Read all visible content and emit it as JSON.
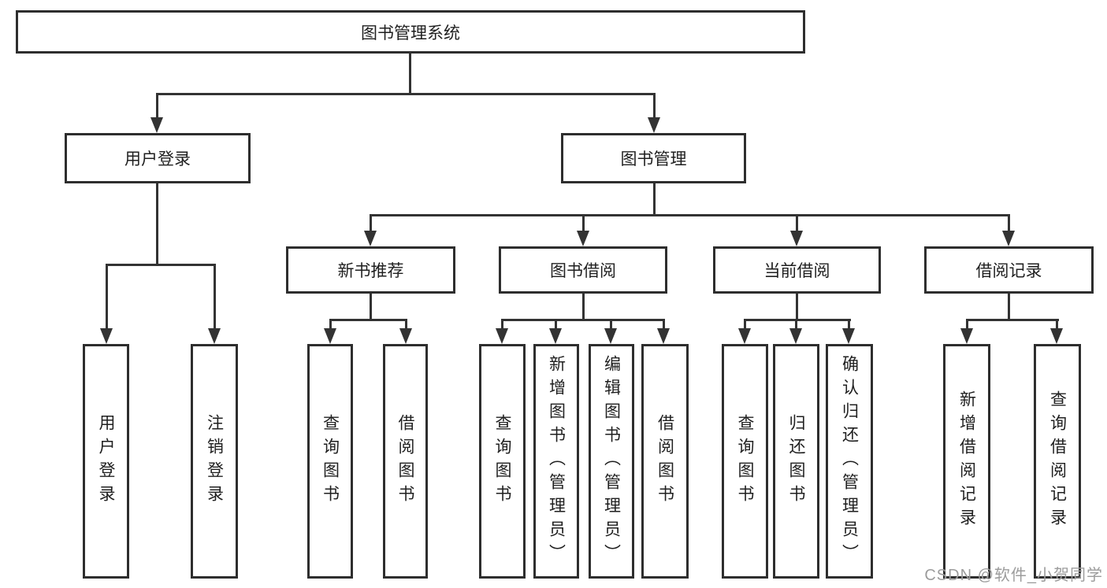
{
  "root": {
    "label": "图书管理系统"
  },
  "level2": {
    "user_login": "用户登录",
    "book_manage": "图书管理"
  },
  "level3": {
    "new_book": "新书推荐",
    "book_borrow": "图书借阅",
    "current_borrow": "当前借阅",
    "borrow_record": "借阅记录"
  },
  "leaves": {
    "user_login": [
      "用户登录",
      "注销登录"
    ],
    "new_book": [
      "查询图书",
      "借阅图书"
    ],
    "book_borrow": [
      "查询图书",
      "新增图书（管理员）",
      "编辑图书（管理员）",
      "借阅图书"
    ],
    "current_borrow": [
      "查询图书",
      "归还图书",
      "确认归还（管理员）"
    ],
    "borrow_record": [
      "新增借阅记录",
      "查询借阅记录"
    ]
  },
  "watermark": {
    "text": "CSDN @软件_小贺同学"
  },
  "colors": {
    "line": "#333333",
    "border": "#2e2e2e",
    "text": "#1f1f1f",
    "background": "#ffffff",
    "watermark": "#9c9c9c"
  }
}
